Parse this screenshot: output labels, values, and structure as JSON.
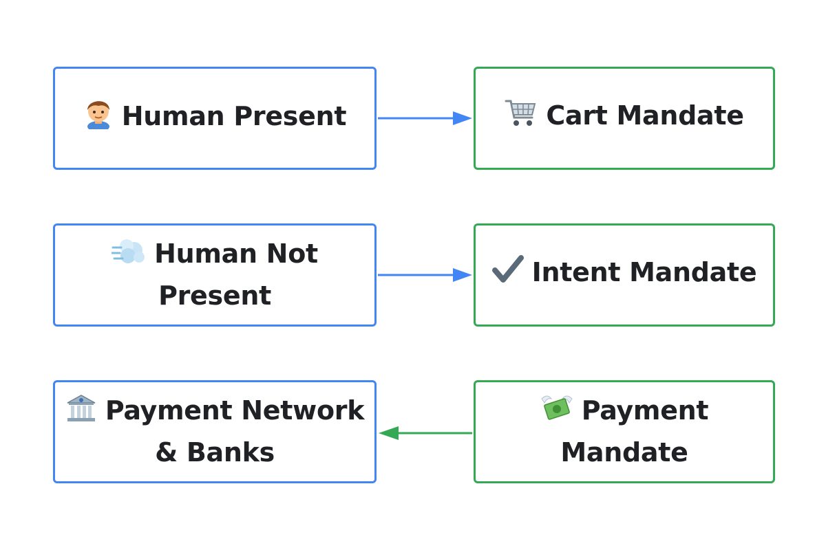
{
  "nodes": {
    "human_present": {
      "label": "Human Present",
      "icon": "person-icon"
    },
    "cart_mandate": {
      "label": "Cart Mandate",
      "icon": "shopping-cart-icon"
    },
    "human_not_present": {
      "label": "Human Not Present",
      "icon": "dash-away-icon"
    },
    "intent_mandate": {
      "label": "Intent Mandate",
      "icon": "check-mark-icon"
    },
    "payment_network": {
      "label": "Payment Network & Banks",
      "icon": "bank-icon"
    },
    "payment_mandate": {
      "label": "Payment Mandate",
      "icon": "money-with-wings-icon"
    }
  },
  "colors": {
    "blue": "#4285f4",
    "green": "#34a853",
    "text": "#202124"
  }
}
